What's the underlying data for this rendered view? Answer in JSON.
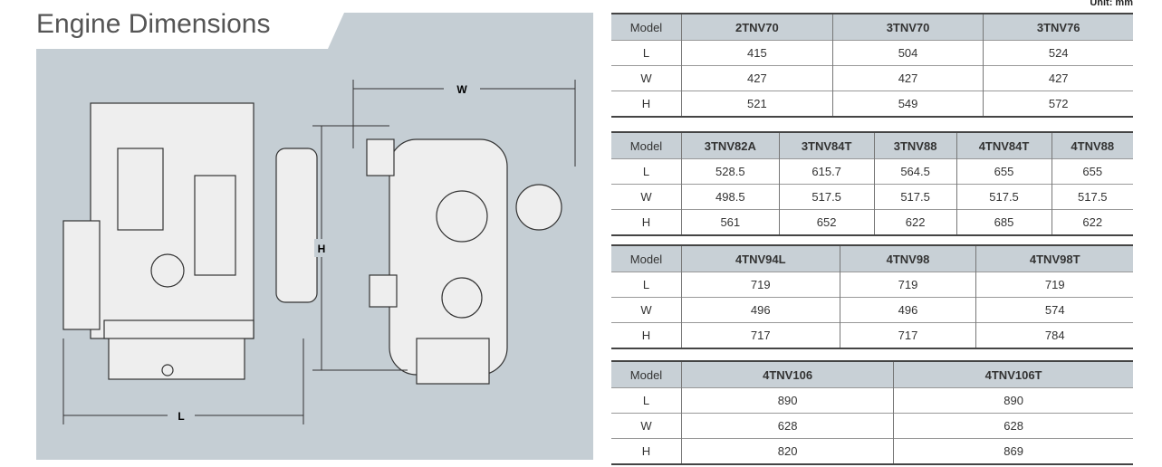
{
  "title": "Engine Dimensions",
  "unit": "Unit: mm",
  "dimension_labels": {
    "w": "W",
    "h": "H",
    "l": "L"
  },
  "model_label": "Model",
  "tables": [
    {
      "models": [
        "2TNV70",
        "3TNV70",
        "3TNV76"
      ],
      "rows": [
        {
          "dim": "L",
          "values": [
            "415",
            "504",
            "524"
          ]
        },
        {
          "dim": "W",
          "values": [
            "427",
            "427",
            "427"
          ]
        },
        {
          "dim": "H",
          "values": [
            "521",
            "549",
            "572"
          ]
        }
      ]
    },
    {
      "models": [
        "3TNV82A",
        "3TNV84T",
        "3TNV88",
        "4TNV84T",
        "4TNV88"
      ],
      "rows": [
        {
          "dim": "L",
          "values": [
            "528.5",
            "615.7",
            "564.5",
            "655",
            "655"
          ]
        },
        {
          "dim": "W",
          "values": [
            "498.5",
            "517.5",
            "517.5",
            "517.5",
            "517.5"
          ]
        },
        {
          "dim": "H",
          "values": [
            "561",
            "652",
            "622",
            "685",
            "622"
          ]
        }
      ]
    },
    {
      "models": [
        "4TNV94L",
        "4TNV98",
        "4TNV98T"
      ],
      "rows": [
        {
          "dim": "L",
          "values": [
            "719",
            "719",
            "719"
          ]
        },
        {
          "dim": "W",
          "values": [
            "496",
            "496",
            "574"
          ]
        },
        {
          "dim": "H",
          "values": [
            "717",
            "717",
            "784"
          ]
        }
      ]
    },
    {
      "models": [
        "4TNV106",
        "4TNV106T"
      ],
      "rows": [
        {
          "dim": "L",
          "values": [
            "890",
            "890"
          ]
        },
        {
          "dim": "W",
          "values": [
            "628",
            "628"
          ]
        },
        {
          "dim": "H",
          "values": [
            "820",
            "869"
          ]
        }
      ]
    }
  ]
}
